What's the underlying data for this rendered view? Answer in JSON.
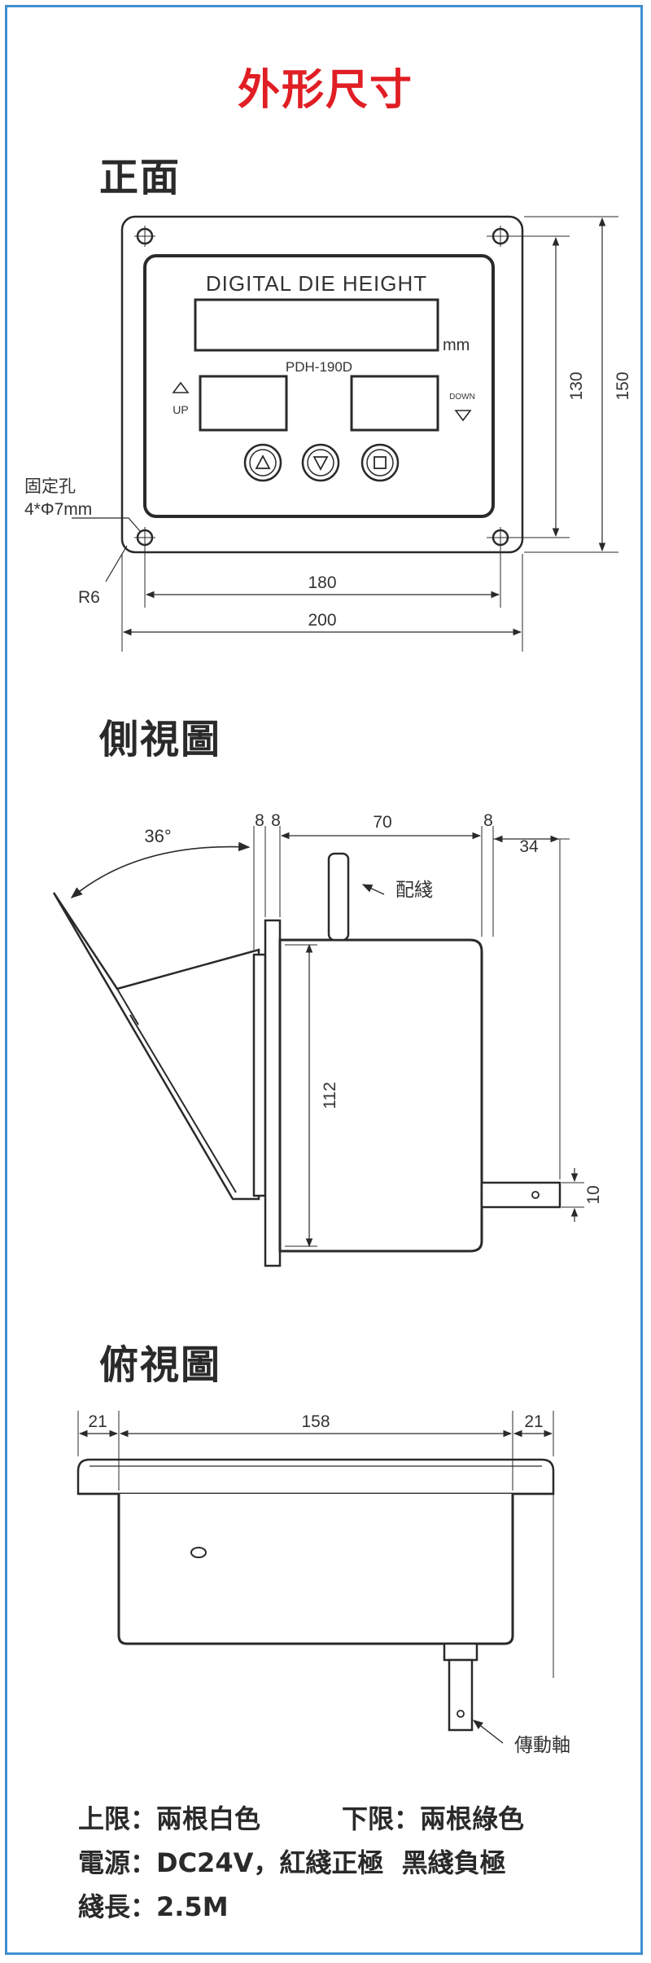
{
  "title": "外形尺寸",
  "sections": {
    "front": "正面",
    "side": "側視圖",
    "top": "俯視圖"
  },
  "front_view": {
    "panel_title": "DIGITAL  DIE  HEIGHT",
    "unit": "mm",
    "model": "PDH-190D",
    "up_label": "UP",
    "down_label": "DOWN",
    "fixing_hole_label": "固定孔",
    "fixing_hole_spec": "4*Φ7mm",
    "corner_radius": "R6",
    "dim_inner_width": "180",
    "dim_outer_width": "200",
    "dim_inner_height": "130",
    "dim_outer_height": "150"
  },
  "side_view": {
    "angle": "36°",
    "dim_plate_a": "8",
    "dim_plate_b": "8",
    "dim_body": "70",
    "dim_rear": "8",
    "dim_shaft": "34",
    "dim_height": "112",
    "dim_shaft_dia": "10",
    "wiring_label": "配綫"
  },
  "top_view": {
    "dim_left": "21",
    "dim_middle": "158",
    "dim_right": "21",
    "shaft_label": "傳動軸"
  },
  "notes": {
    "line1_a": "上限：兩根白色",
    "line1_b": "下限：兩根綠色",
    "line2": "電源：DC24V，紅綫正極  黑綫負極",
    "line3": "綫長：2.5M"
  },
  "colors": {
    "title": "#e01e24",
    "border": "#3f8fd0",
    "line": "#2a2a2a"
  }
}
